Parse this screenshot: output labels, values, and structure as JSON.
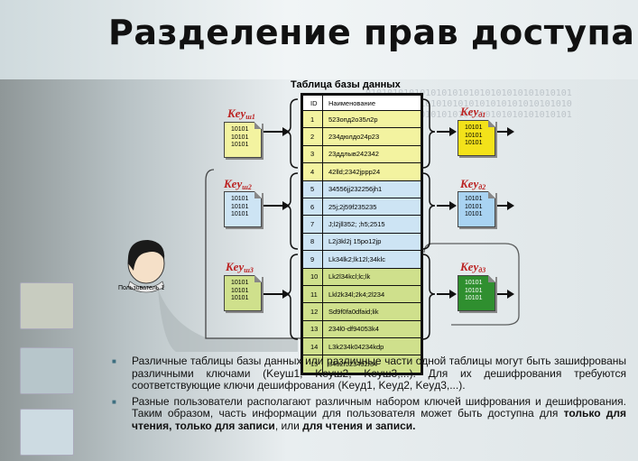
{
  "slide": {
    "title": "Разделение прав доступа",
    "table_caption": "Таблица базы данных",
    "user_label": "Пользователь 1",
    "background_binary": "01010101010101010101010101010101010101\n10101010101010101010101010101010101010\n01010101010101010101010101010101010101"
  },
  "table": {
    "headers": [
      "ID",
      "Наименование"
    ],
    "rows": [
      {
        "id": "1",
        "name": "523опд2о35л2р"
      },
      {
        "id": "2",
        "name": "234дюлдо24р23"
      },
      {
        "id": "3",
        "name": "23ддлыв242342"
      },
      {
        "id": "4",
        "name": "42lld;2342jppp24"
      },
      {
        "id": "5",
        "name": "34556jj232256jh1"
      },
      {
        "id": "6",
        "name": "25j;2j59f235235"
      },
      {
        "id": "7",
        "name": "J;l2jll352; ;h5;2515"
      },
      {
        "id": "8",
        "name": "L2j3kl2j 15po12jp"
      },
      {
        "id": "9",
        "name": "Lk34lk2;lk12l;34klc"
      },
      {
        "id": "10",
        "name": "Lk2l34kcl;lc;lk"
      },
      {
        "id": "11",
        "name": "Lkl2k34l;2k4;2l234"
      },
      {
        "id": "12",
        "name": "Sd9f0fa0dfaid;lik"
      },
      {
        "id": "13",
        "name": "234l0-df94053k4"
      },
      {
        "id": "14",
        "name": "L3k234k04234kdp"
      },
      {
        "id": "15",
        "name": "3402f523492f34"
      }
    ]
  },
  "keys": {
    "encrypt": [
      {
        "label": "Key",
        "sub": "ш1",
        "bits": [
          "10101",
          "10101",
          "10101"
        ]
      },
      {
        "label": "Key",
        "sub": "ш2",
        "bits": [
          "10101",
          "10101",
          "10101"
        ]
      },
      {
        "label": "Key",
        "sub": "ш3",
        "bits": [
          "10101",
          "10101",
          "10101"
        ]
      }
    ],
    "decrypt": [
      {
        "label": "Key",
        "sub": "д1",
        "bits": [
          "10101",
          "10101",
          "10101"
        ]
      },
      {
        "label": "Key",
        "sub": "д2",
        "bits": [
          "10101",
          "10101",
          "10101"
        ]
      },
      {
        "label": "Key",
        "sub": "д3",
        "bits": [
          "10101",
          "10101",
          "10101"
        ]
      }
    ]
  },
  "bullets": {
    "b1": "Различные таблицы базы данных или различные части одной таблицы могут быть зашифрованы различными ключами (Keyш1, Keyш2, Keyш3,...). Для их дешифрования требуются соответствующие ключи дешифрования (Keyд1, Keyд2, Keyд3,...).",
    "b2_part1": "Разные пользователи располагают различным набором ключей шифрования и дешифрования. Таким образом, часть информации для пользователя может быть доступна для ",
    "b2_bold1": "только для чтения, только для записи",
    "b2_part2": ", или ",
    "b2_bold2": "для чтения и записи."
  },
  "colors": {
    "yellow": "#f3f3a0",
    "blue": "#cde4f4",
    "green": "#cfe08c",
    "key_red": "#b22222",
    "dark_green": "#2f8f2f"
  }
}
